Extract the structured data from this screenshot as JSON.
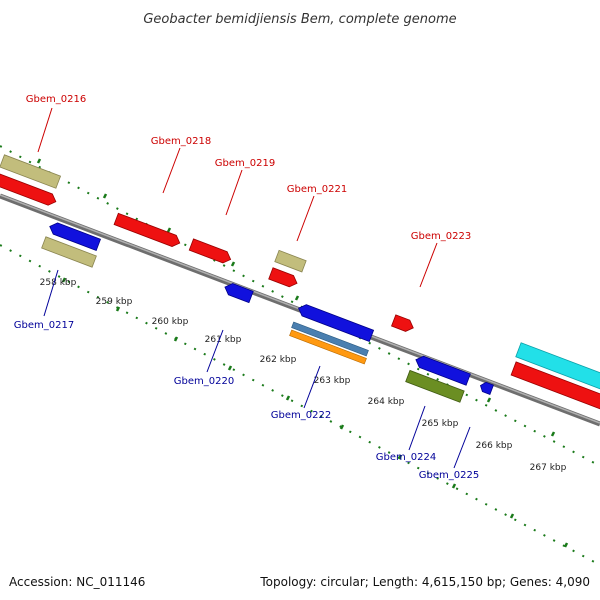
{
  "title": "Geobacter bemidjiensis Bem, complete genome",
  "footer": {
    "accession": "Accession: NC_011146",
    "summary": "Topology: circular; Length: 4,615,150 bp; Genes: 4,090"
  },
  "colors": {
    "backbone": "#888888",
    "ticks": "#1a7a1a",
    "label_forward": "#cc0000",
    "label_reverse": "#000099"
  },
  "tick_labels": [
    "258 kbp",
    "259 kbp",
    "260 kbp",
    "261 kbp",
    "262 kbp",
    "263 kbp",
    "264 kbp",
    "265 kbp",
    "266 kbp",
    "267 kbp"
  ],
  "gene_labels": [
    {
      "id": "Gbem_0216",
      "strand": "forward"
    },
    {
      "id": "Gbem_0218",
      "strand": "forward"
    },
    {
      "id": "Gbem_0219",
      "strand": "forward"
    },
    {
      "id": "Gbem_0221",
      "strand": "forward"
    },
    {
      "id": "Gbem_0223",
      "strand": "forward"
    },
    {
      "id": "Gbem_0217",
      "strand": "reverse"
    },
    {
      "id": "Gbem_0220",
      "strand": "reverse"
    },
    {
      "id": "Gbem_0222",
      "strand": "reverse"
    },
    {
      "id": "Gbem_0224",
      "strand": "reverse"
    },
    {
      "id": "Gbem_0225",
      "strand": "reverse"
    }
  ]
}
